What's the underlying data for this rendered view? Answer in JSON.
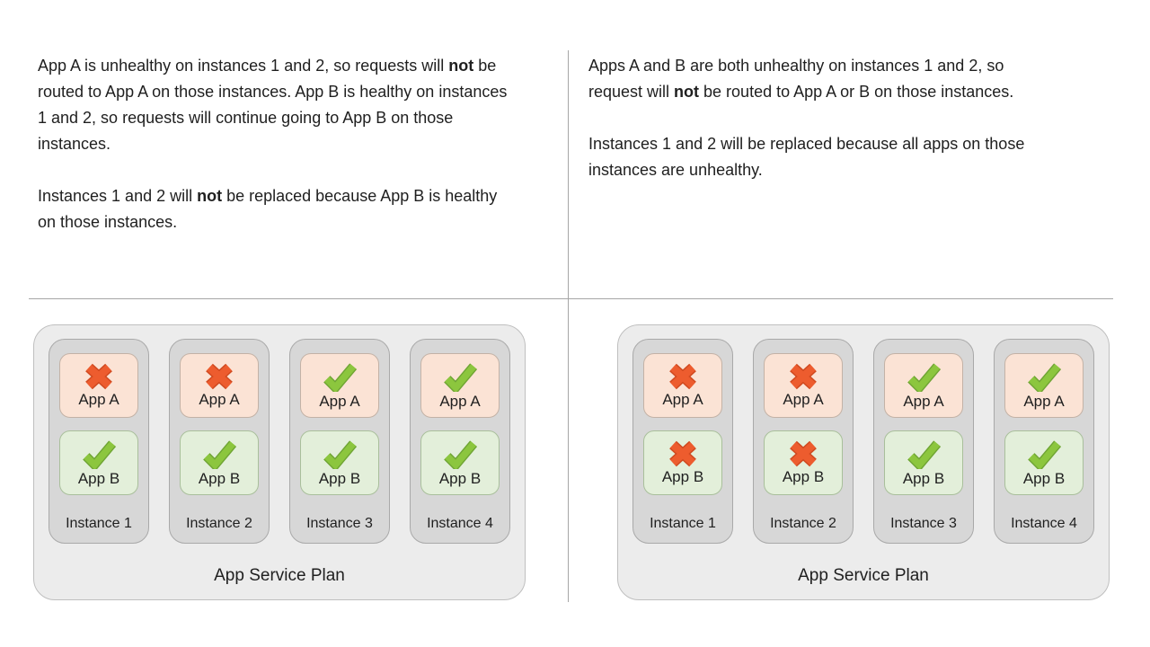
{
  "colors": {
    "text": "#1f1f1f",
    "divider": "#a6a6a6",
    "plan_bg": "#ececec",
    "plan_border": "#bfbfbf",
    "instance_bg": "#d7d7d7",
    "instance_border": "#a9a9a9",
    "tile_a_bg": "#fbe3d5",
    "tile_a_border": "#c3b2a6",
    "tile_b_bg": "#e3efda",
    "tile_b_border": "#a9bf9b",
    "cross": "#ed5c2e",
    "cross_outline": "#d04a20",
    "check": "#8cc63e",
    "check_outline": "#6fa434"
  },
  "icons": {
    "healthy": "check-icon",
    "unhealthy": "cross-icon"
  },
  "panels": [
    {
      "side": "left",
      "paragraphs": [
        {
          "segments": [
            {
              "text": "App A is unhealthy on instances 1 and 2, so requests will ",
              "style": "normal"
            },
            {
              "text": "not",
              "style": "bold"
            },
            {
              "text": " be routed to App A on those instances. App B is healthy on instances 1 and 2, so requests will continue going to App B on those instances.",
              "style": "normal"
            }
          ]
        },
        {
          "segments": [
            {
              "text": "Instances 1 and 2 will ",
              "style": "normal"
            },
            {
              "text": "not",
              "style": "bold"
            },
            {
              "text": " be replaced because App B is healthy on those instances.",
              "style": "normal"
            }
          ]
        }
      ],
      "plan": {
        "label": "App Service Plan",
        "instances": [
          {
            "label": "Instance 1",
            "apps": [
              {
                "label": "App A",
                "status": "unhealthy"
              },
              {
                "label": "App B",
                "status": "healthy"
              }
            ]
          },
          {
            "label": "Instance 2",
            "apps": [
              {
                "label": "App A",
                "status": "unhealthy"
              },
              {
                "label": "App B",
                "status": "healthy"
              }
            ]
          },
          {
            "label": "Instance 3",
            "apps": [
              {
                "label": "App A",
                "status": "healthy"
              },
              {
                "label": "App B",
                "status": "healthy"
              }
            ]
          },
          {
            "label": "Instance 4",
            "apps": [
              {
                "label": "App A",
                "status": "healthy"
              },
              {
                "label": "App B",
                "status": "healthy"
              }
            ]
          }
        ]
      }
    },
    {
      "side": "right",
      "paragraphs": [
        {
          "segments": [
            {
              "text": "Apps A and B are both unhealthy on instances 1 and 2, so request will ",
              "style": "normal"
            },
            {
              "text": "not",
              "style": "bold"
            },
            {
              "text": " be routed to App A or B on those instances.",
              "style": "normal"
            }
          ]
        },
        {
          "segments": [
            {
              "text": "Instances 1 and 2 will be replaced because all apps on those instances are unhealthy.",
              "style": "normal"
            }
          ]
        }
      ],
      "plan": {
        "label": "App Service Plan",
        "instances": [
          {
            "label": "Instance 1",
            "apps": [
              {
                "label": "App A",
                "status": "unhealthy"
              },
              {
                "label": "App B",
                "status": "unhealthy"
              }
            ]
          },
          {
            "label": "Instance 2",
            "apps": [
              {
                "label": "App A",
                "status": "unhealthy"
              },
              {
                "label": "App B",
                "status": "unhealthy"
              }
            ]
          },
          {
            "label": "Instance 3",
            "apps": [
              {
                "label": "App A",
                "status": "healthy"
              },
              {
                "label": "App B",
                "status": "healthy"
              }
            ]
          },
          {
            "label": "Instance 4",
            "apps": [
              {
                "label": "App A",
                "status": "healthy"
              },
              {
                "label": "App B",
                "status": "healthy"
              }
            ]
          }
        ]
      }
    }
  ]
}
